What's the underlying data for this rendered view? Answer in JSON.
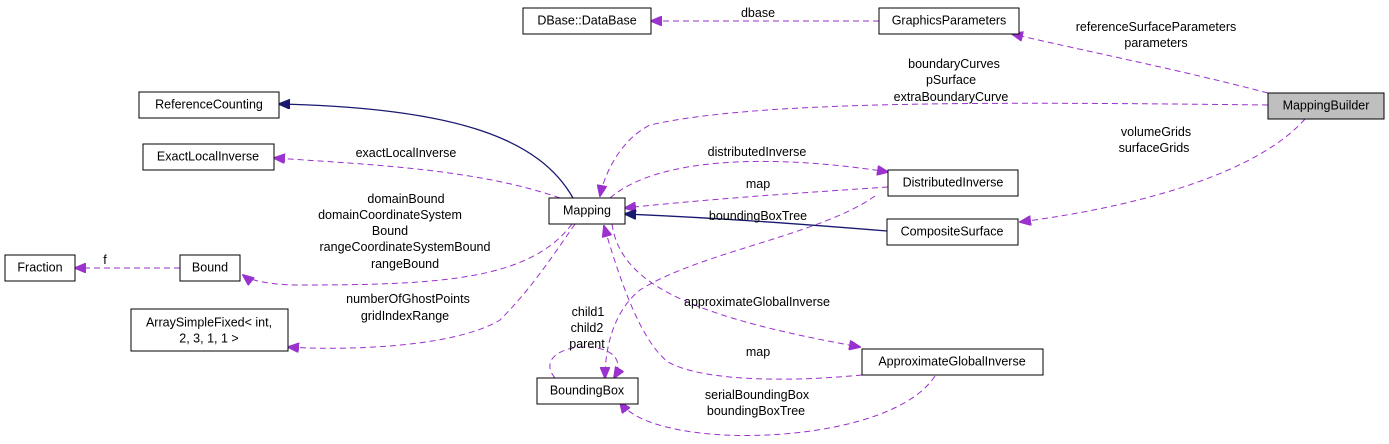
{
  "colors": {
    "usage_edge": "#9a32cd",
    "inheritance_edge": "#191970",
    "highlight_node": "#bfbfbf"
  },
  "nodes": {
    "mapping_builder": "MappingBuilder",
    "graphics_parameters": "GraphicsParameters",
    "dbase": "DBase::DataBase",
    "reference_counting": "ReferenceCounting",
    "exact_local_inverse": "ExactLocalInverse",
    "mapping": "Mapping",
    "distributed_inverse": "DistributedInverse",
    "composite_surface": "CompositeSurface",
    "fraction": "Fraction",
    "bound": "Bound",
    "array_simple_fixed_1": "ArraySimpleFixed< int,",
    "array_simple_fixed_2": "2, 3, 1, 1 >",
    "bounding_box": "BoundingBox",
    "approximate_global_inverse": "ApproximateGlobalInverse"
  },
  "labels": {
    "dbase": "dbase",
    "reference_surface_parameters": "referenceSurfaceParameters",
    "parameters": "parameters",
    "boundary_curves": "boundaryCurves",
    "p_surface": "pSurface",
    "extra_boundary_curve": "extraBoundaryCurve",
    "volume_grids": "volumeGrids",
    "surface_grids": "surfaceGrids",
    "exact_local_inverse": "exactLocalInverse",
    "distributed_inverse": "distributedInverse",
    "map_distributed": "map",
    "bounding_box_tree_top": "boundingBoxTree",
    "domain_bound": "domainBound",
    "domain_coordinate_system": "domainCoordinateSystem",
    "bound": "Bound",
    "range_coordinate_system_bound": "rangeCoordinateSystemBound",
    "range_bound": "rangeBound",
    "f": "f",
    "number_of_ghost_points": "numberOfGhostPoints",
    "grid_index_range": "gridIndexRange",
    "child1": "child1",
    "child2": "child2",
    "parent": "parent",
    "approximate_global_inverse": "approximateGlobalInverse",
    "map_approx": "map",
    "serial_bounding_box": "serialBoundingBox",
    "bounding_box_tree_bottom": "boundingBoxTree"
  }
}
